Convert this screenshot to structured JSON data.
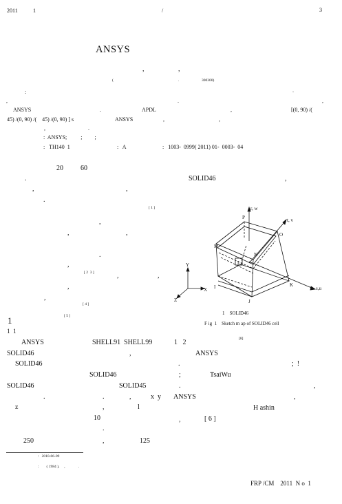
{
  "header": {
    "year": "2011",
    "issue": "1",
    "slash": "/",
    "page": "3"
  },
  "title": "ANSYS",
  "authors_commas": [
    ",",
    ","
  ],
  "affiliation": {
    "open": "(",
    "dot": ".",
    "postcode": "300300)"
  },
  "abstract": {
    "colon": ":",
    "l1_dot": ".",
    "l1_right": ".",
    "l2_left": ",",
    "l2_mid": ".",
    "l2_right": ",",
    "l3_ansys": "ANSYS",
    "l3_dot": ".",
    "l3_apdl": "APDL",
    "l3_comma": ",",
    "l3_layup": "[(0, 90) /(",
    "l4_layup": "45) /(0, 90) /(    45) /(0, 90) ] s",
    "l4_ansys": "ANSYS",
    "l4_c1": ",",
    "l4_c2": ",",
    "l5_a": ",",
    "l5_b": ".",
    "l6_c": ",",
    "keywords": ":  ANSYS;          ;         ;",
    "class_no": ":   TH140  1",
    "doc_code": ":   A",
    "article_id": ":   1003-  0999( 2011) 01-  0003-  04"
  },
  "left_col": {
    "p1_20": "20",
    "p1_60": "60",
    "l2_dot": ".",
    "l3_c": ",",
    "l3_c2": ",",
    "l4_dot": ".",
    "ref1": "[ 1 ]",
    "l6_c": ",",
    "l7_c": ",",
    "l7_c2": ",",
    "l8_dot": ".",
    "l9_c": ",",
    "ref23": "[ 2  3 ]",
    "l9_c2": ",",
    "l9_c3": ",",
    "l10_c": ",",
    "l11_c": ",",
    "ref4": "[ 4 ]",
    "sec_num": "1",
    "ref5": "[ 5 ]",
    "sub_num": "1  1",
    "b1_ansys": "ANSYS",
    "b1_shell": "SHELL91  SHELL99",
    "b1_12": "1   2",
    "b1_ref": "[8]",
    "b2_solid": "SOLID46",
    "b2_c": ",",
    "b2_ansys": "ANSYS",
    "b3_solid": "SOLID46",
    "b3_dot": ".",
    "b3_semi": ";  !",
    "b4_solid": "SOLID46",
    "b4_semi": ";",
    "b4_tsai": "TsaiWu",
    "b5_solid": "SOLID46",
    "b5_solid45": "SOLID45",
    "b5_dot": ".",
    "b5_c": ",",
    "b6_dot": ".",
    "b6_c": ".",
    "b6_c2": ",",
    "b6_xy": "x  y",
    "b6_ansys": "ANSYS",
    "b6_c3": ",",
    "b7_z": "z",
    "b7_c": ",",
    "b7_1": "l",
    "b7_hashin": "H ashin",
    "b8_10": "10",
    "b8_c": ",",
    "b8_ref": "[ 6 ]",
    "b9_dot": ".",
    "b10_250": "250",
    "b10_c": ",",
    "b10_125": "125"
  },
  "right_col": {
    "solid46": "SOLID46",
    "comma": ","
  },
  "figure": {
    "labels": {
      "r": "r, w",
      "t": "t, v",
      "s": "s,u",
      "P": "P",
      "O": "O",
      "M": "M",
      "N": "N",
      "L": "L",
      "I": "I",
      "J": "J",
      "K": "K",
      "X": "X",
      "Y": "Y",
      "Z": "Z"
    },
    "caption_cn": "1    SOLID46",
    "caption_en": "F ig  1    Sketch m ap of SOLID46 cell"
  },
  "footnote": {
    "received": ":   2010-06-09",
    "author": ":        ( 1984 ),     ,              ."
  },
  "footer": "FRP /CM    2011  N o  1"
}
